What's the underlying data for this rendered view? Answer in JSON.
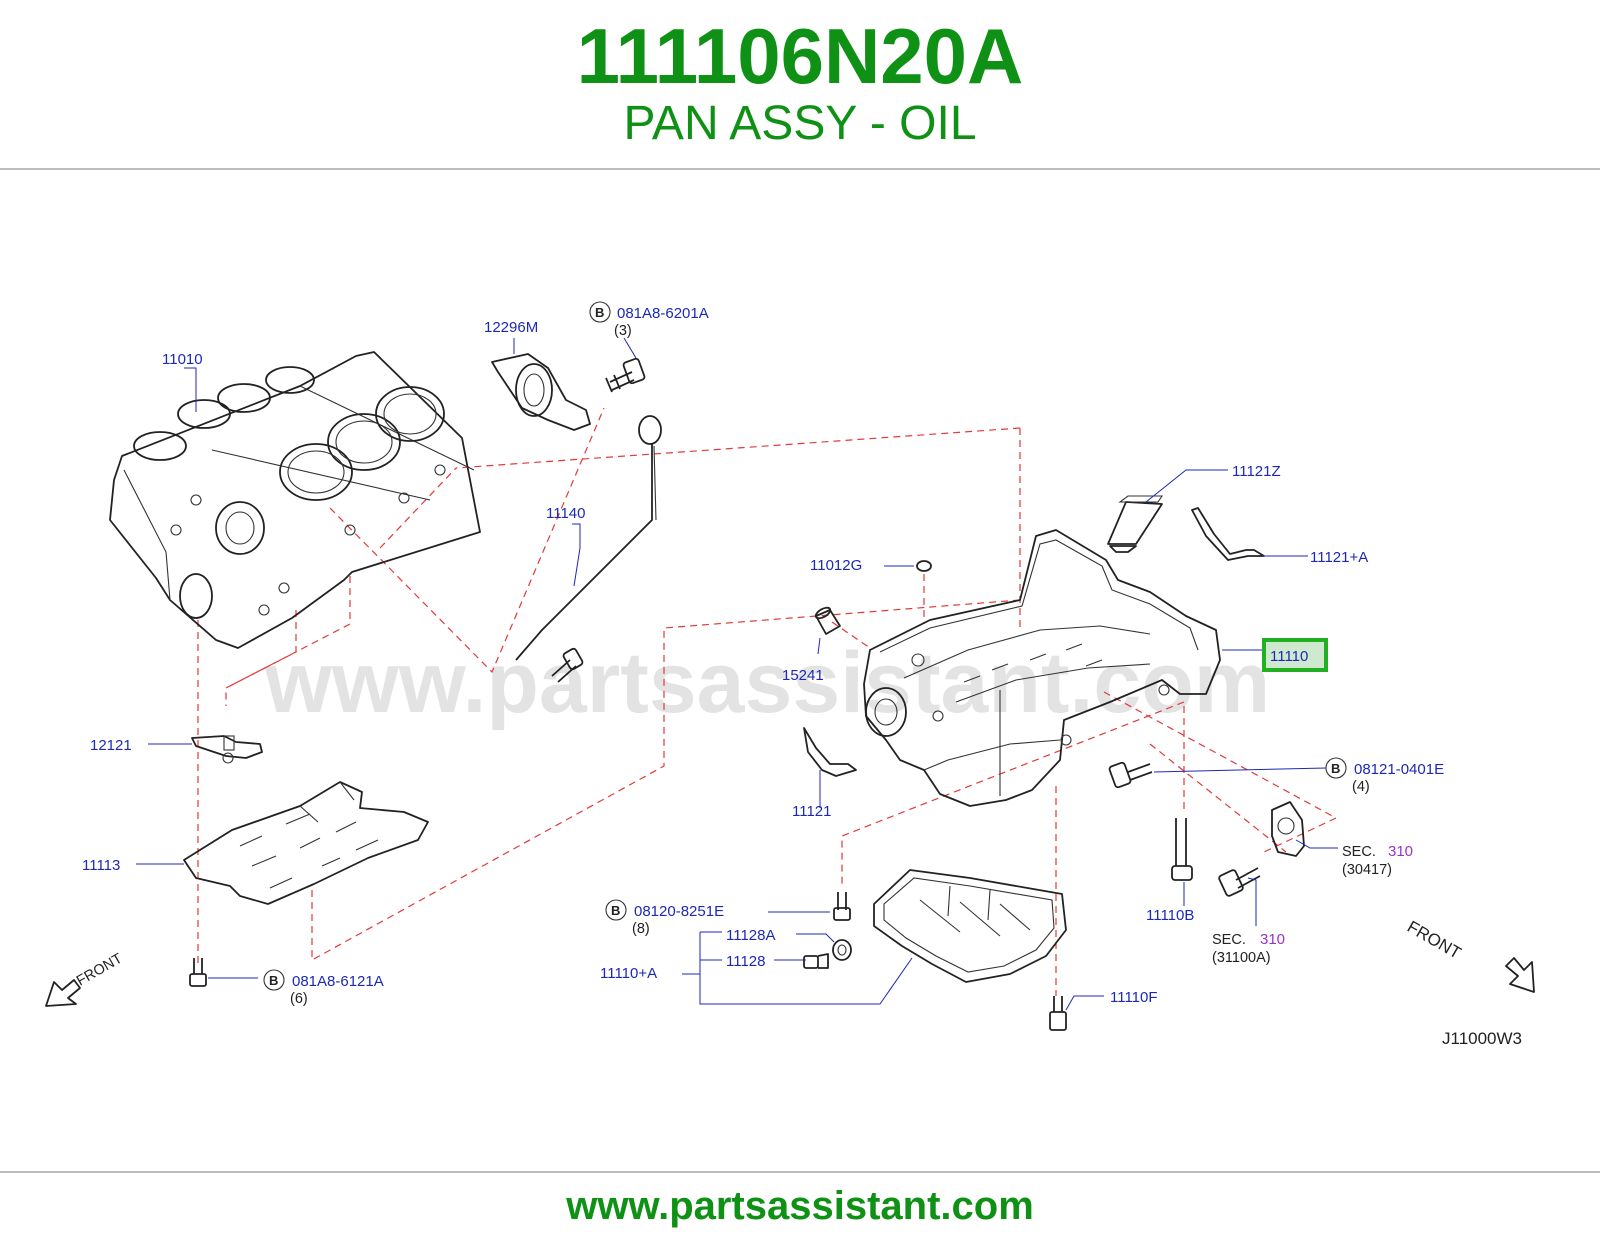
{
  "header": {
    "part_number": "111106N20A",
    "description": "PAN ASSY - OIL"
  },
  "watermark": "www.partsassistant.com",
  "footer": {
    "url": "www.partsassistant.com"
  },
  "diagram": {
    "code": "J11000W3",
    "front_label": "FRONT",
    "bolt_marker": "B",
    "sec_label": "SEC.",
    "labels": {
      "l11010": "11010",
      "l12296m": "12296M",
      "l081a8_6201a": "081A8-6201A",
      "q3": "(3)",
      "l11140": "11140",
      "l12121": "12121",
      "l11113": "11113",
      "l081a8_6121a": "081A8-6121A",
      "q6": "(6)",
      "l11012g": "11012G",
      "l15241": "15241",
      "l11121": "11121",
      "l11121z": "11121Z",
      "l11121a": "11121+A",
      "l11110": "11110",
      "l08121_0401e": "08121-0401E",
      "q4": "(4)",
      "l11110b": "11110B",
      "sec_310_a": "310",
      "ref_30417": "(30417)",
      "sec_310_b": "310",
      "ref_31100a": "(31100A)",
      "l08120_8251e": "08120-8251E",
      "q8": "(8)",
      "l11128a": "11128A",
      "l11128": "11128",
      "l11110a": "11110+A",
      "l11110f": "11110F"
    },
    "highlight_color": "#22b022",
    "label_color": "#1c28b8",
    "sec_color": "#9a32c8",
    "title_color": "#0f9115"
  }
}
